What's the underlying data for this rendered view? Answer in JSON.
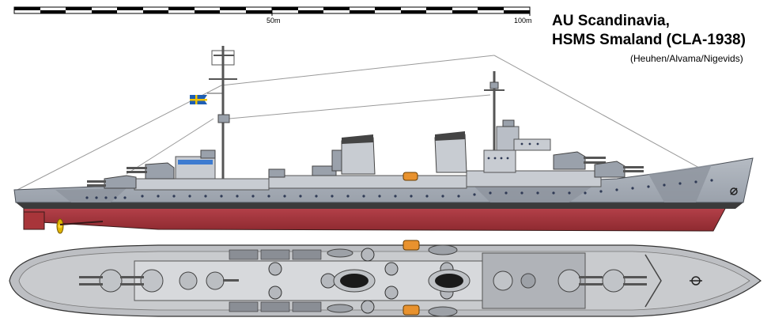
{
  "header": {
    "title_line1": "AU Scandinavia,",
    "title_line2": "HSMS Smaland (CLA-1938)",
    "credit": "(Heuhen/Alvama/Nigevids)"
  },
  "scale_bar": {
    "mid_label": "50m",
    "end_label": "100m"
  },
  "colors": {
    "hull_grey": "#a9afb8",
    "dark_grey": "#7f8590",
    "superstructure": "#c8ccd2",
    "boot_topping": "#3b3b3b",
    "antifouling_red": "#a8353a",
    "deck_light": "#d7d9dc",
    "flag_blue": "#1f5fb4",
    "flag_yellow": "#f2c500",
    "boat_orange": "#e8922e"
  }
}
